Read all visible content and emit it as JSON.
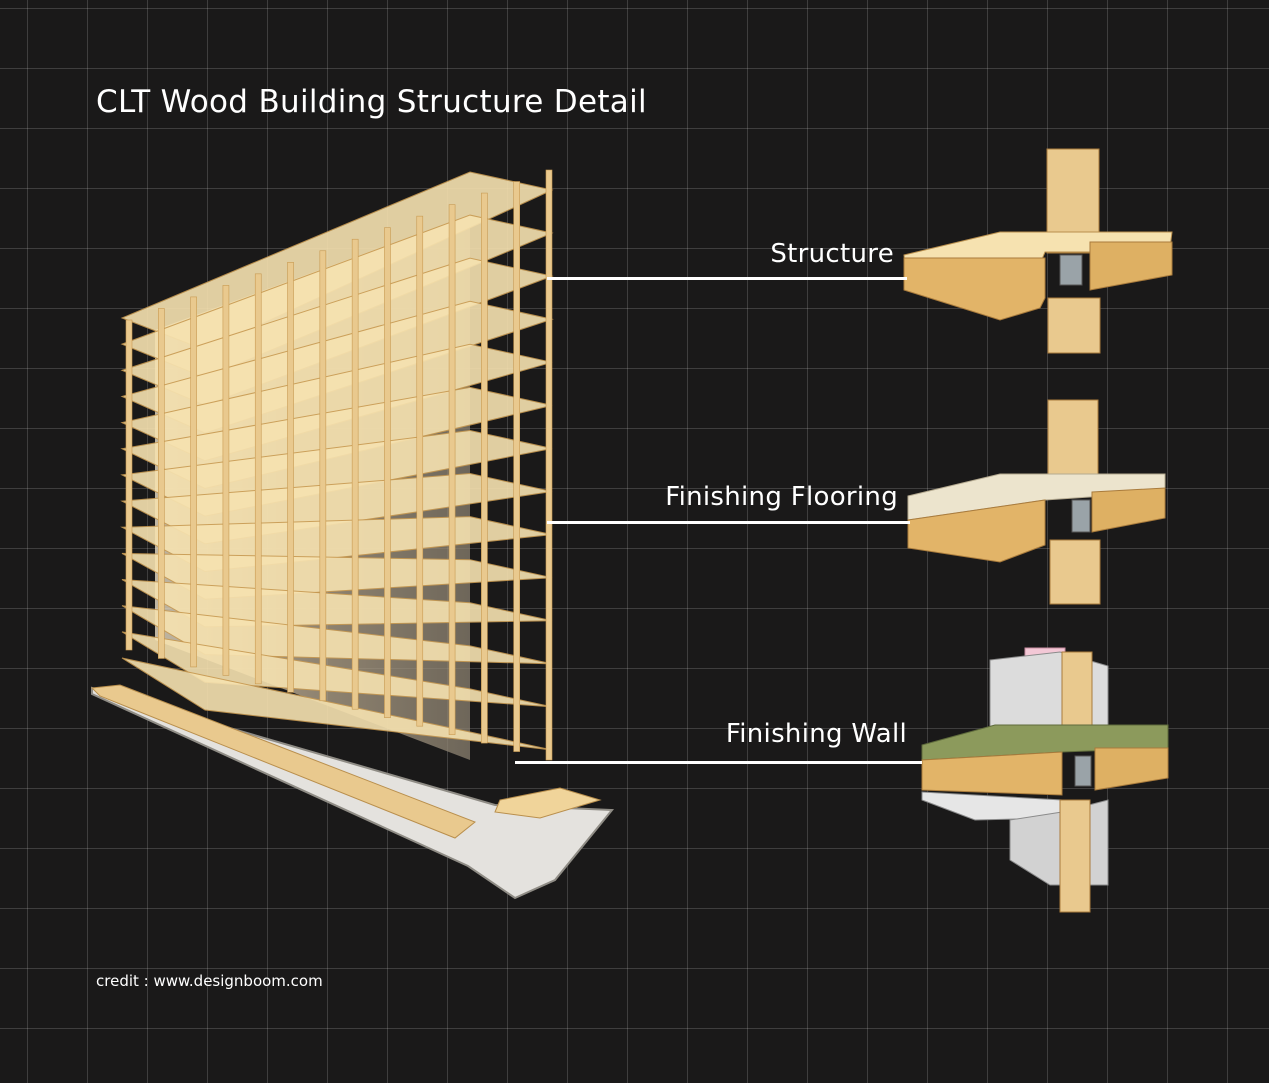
{
  "title": "CLT Wood Building Structure Detail",
  "details": [
    {
      "label": "Structure"
    },
    {
      "label": "Finishing Flooring"
    },
    {
      "label": "Finishing Wall"
    }
  ],
  "credit": "credit : www.designboom.com",
  "colors": {
    "background": "#1a1919",
    "grid": "#ffffff",
    "timber": "#e9c98e",
    "timber_dark": "#c89a52",
    "slab_top": "#f6e2b0",
    "floor_finish": "#ece4cd",
    "green_finish": "#8c9a5c",
    "concrete": "#dcdcdc",
    "steel": "#9aa3a8",
    "insulation": "#f3c8d6"
  }
}
